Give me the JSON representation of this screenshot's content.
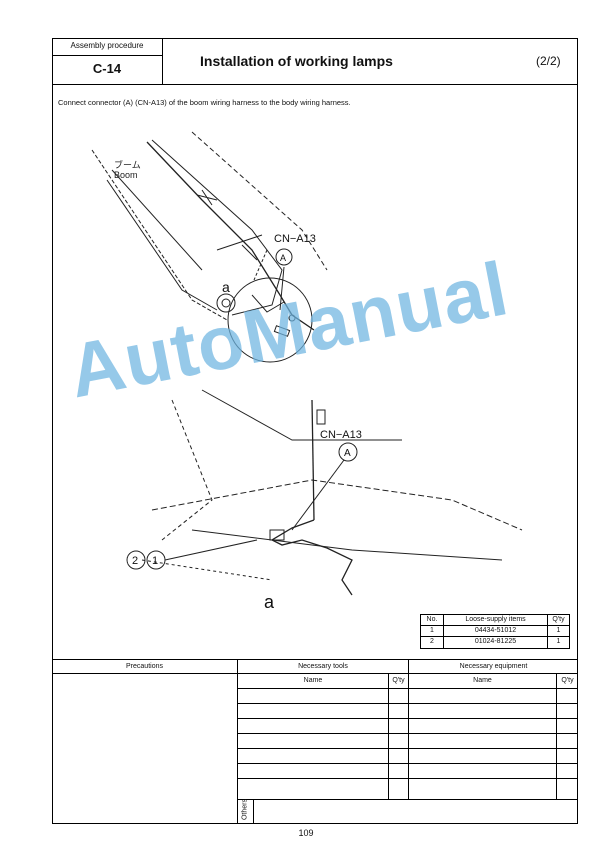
{
  "header": {
    "procedure_label": "Assembly procedure",
    "code": "C-14",
    "title": "Installation of working lamps",
    "page_part": "(2/2)"
  },
  "instruction": "Connect connector (A) (CN-A13) of the boom wiring harness to the body wiring harness.",
  "figure_top": {
    "label_jp": "ブーム",
    "label_en": "Boom",
    "connector": "CN−A13",
    "callout": "A",
    "detail": "a"
  },
  "figure_bottom": {
    "connector": "CN−A13",
    "callout": "A",
    "part_2": "2",
    "part_1": "1",
    "detail": "a"
  },
  "loose_supply": {
    "headers": [
      "No.",
      "Loose-supply items",
      "Q'ty"
    ],
    "rows": [
      [
        "1",
        "04434-51012",
        "1"
      ],
      [
        "2",
        "01024-81225",
        "1"
      ]
    ]
  },
  "footer_table": {
    "precautions": "Precautions",
    "tools": "Necessary tools",
    "equipment": "Necessary equipment",
    "name": "Name",
    "qty": "Q'ty",
    "others": "Others"
  },
  "watermark": "AutoManual",
  "page_number": "109"
}
